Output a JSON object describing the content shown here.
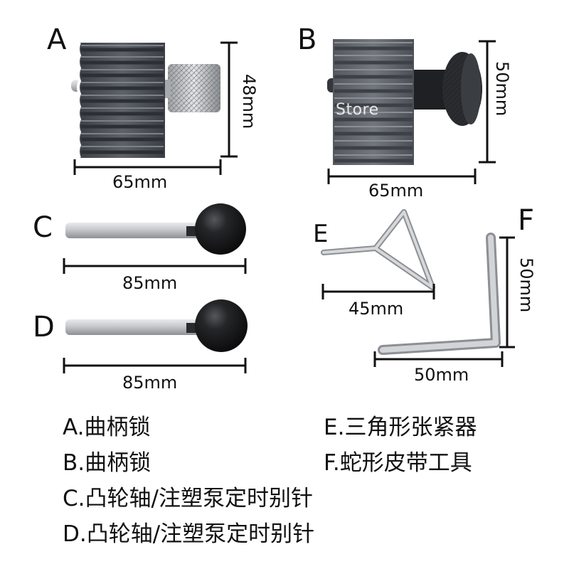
{
  "labels": {
    "a": "A",
    "b": "B",
    "c": "C",
    "d": "D",
    "e": "E",
    "f": "F"
  },
  "dimensions": {
    "a_height": "48mm",
    "a_width": "65mm",
    "b_height": "50mm",
    "b_width": "65mm",
    "c_length": "85mm",
    "d_length": "85mm",
    "e_length": "45mm",
    "f_height": "50mm",
    "f_width": "50mm"
  },
  "watermark": "Store",
  "captions": {
    "a": "A.曲柄锁",
    "b": "B.曲柄锁",
    "c": "C.凸轮轴/注塑泵定时别针",
    "d": "D.凸轮轴/注塑泵定时别针",
    "e": "E.三角形张紧器",
    "f": "F.蛇形皮带工具"
  },
  "colors": {
    "tool_dark": "#4b4f55",
    "tool_mid": "#6b7077",
    "steel": "#c8cacd",
    "ball": "#1c1c1e",
    "line": "#111111"
  }
}
